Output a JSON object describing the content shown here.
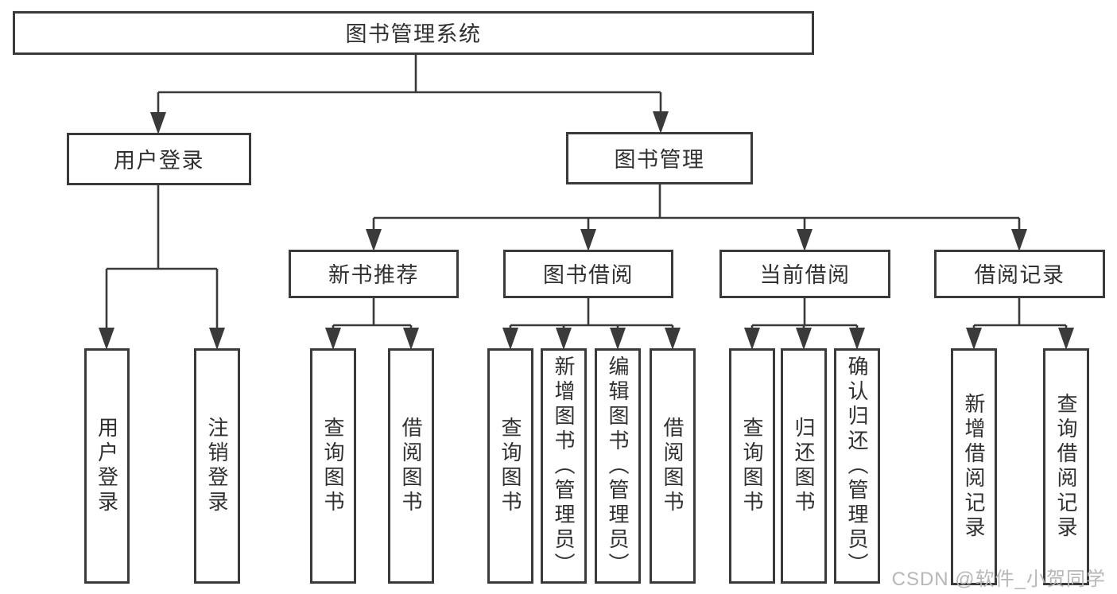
{
  "diagram": {
    "type": "hierarchy-diagram",
    "colors": {
      "line": "#3a3a3a",
      "box_border": "#3a3a3a",
      "text": "#303030",
      "watermark": "#b7b7b7",
      "background": "#ffffff"
    },
    "nodes": {
      "root": {
        "label": "图书管理系统"
      },
      "user_login": {
        "label": "用户登录"
      },
      "book_mgmt": {
        "label": "图书管理"
      },
      "new_book_rec": {
        "label": "新书推荐"
      },
      "book_borrow": {
        "label": "图书借阅"
      },
      "current_borrow": {
        "label": "当前借阅"
      },
      "borrow_record": {
        "label": "借阅记录"
      },
      "leaf_user_login": {
        "label": "用户登录"
      },
      "leaf_logout": {
        "label": "注销登录"
      },
      "leaf_rec_query": {
        "label": "查询图书"
      },
      "leaf_rec_borrow": {
        "label": "借阅图书"
      },
      "leaf_bb_query": {
        "label": "查询图书"
      },
      "leaf_bb_add": {
        "label": "新增图书（管理员）"
      },
      "leaf_bb_edit": {
        "label": "编辑图书（管理员）"
      },
      "leaf_bb_borrow": {
        "label": "借阅图书"
      },
      "leaf_cb_query": {
        "label": "查询图书"
      },
      "leaf_cb_return": {
        "label": "归还图书"
      },
      "leaf_cb_confirm": {
        "label": "确认归还（管理员）"
      },
      "leaf_br_add": {
        "label": "新增借阅记录"
      },
      "leaf_br_query": {
        "label": "查询借阅记录"
      }
    },
    "edges": [
      [
        "root",
        "user_login"
      ],
      [
        "root",
        "book_mgmt"
      ],
      [
        "user_login",
        "leaf_user_login"
      ],
      [
        "user_login",
        "leaf_logout"
      ],
      [
        "book_mgmt",
        "new_book_rec"
      ],
      [
        "book_mgmt",
        "book_borrow"
      ],
      [
        "book_mgmt",
        "current_borrow"
      ],
      [
        "book_mgmt",
        "borrow_record"
      ],
      [
        "new_book_rec",
        "leaf_rec_query"
      ],
      [
        "new_book_rec",
        "leaf_rec_borrow"
      ],
      [
        "book_borrow",
        "leaf_bb_query"
      ],
      [
        "book_borrow",
        "leaf_bb_add"
      ],
      [
        "book_borrow",
        "leaf_bb_edit"
      ],
      [
        "book_borrow",
        "leaf_bb_borrow"
      ],
      [
        "current_borrow",
        "leaf_cb_query"
      ],
      [
        "current_borrow",
        "leaf_cb_return"
      ],
      [
        "current_borrow",
        "leaf_cb_confirm"
      ],
      [
        "borrow_record",
        "leaf_br_add"
      ],
      [
        "borrow_record",
        "leaf_br_query"
      ]
    ],
    "watermark": {
      "text": "CSDN @软件_小贺同学"
    }
  }
}
